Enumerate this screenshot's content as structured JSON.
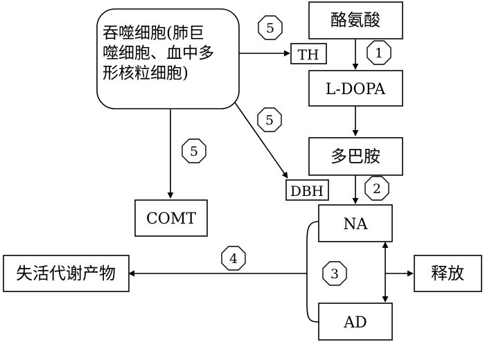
{
  "nodes": {
    "tyrosine": "酪氨酸",
    "ldopa": "L-DOPA",
    "dopamine": "多巴胺",
    "na": "NA",
    "ad": "AD",
    "release": "释放",
    "metabolite": "失活代谢产物",
    "comt": "COMT",
    "th": "TH",
    "dbh": "DBH",
    "macrophage": [
      "吞噬细胞(肺巨",
      "噬细胞、血中多",
      "形核粒细胞)"
    ]
  },
  "badges": {
    "step1": "1",
    "step2": "2",
    "step3": "3",
    "step4": "4",
    "step5a": "5",
    "step5b": "5",
    "step5c": "5"
  }
}
